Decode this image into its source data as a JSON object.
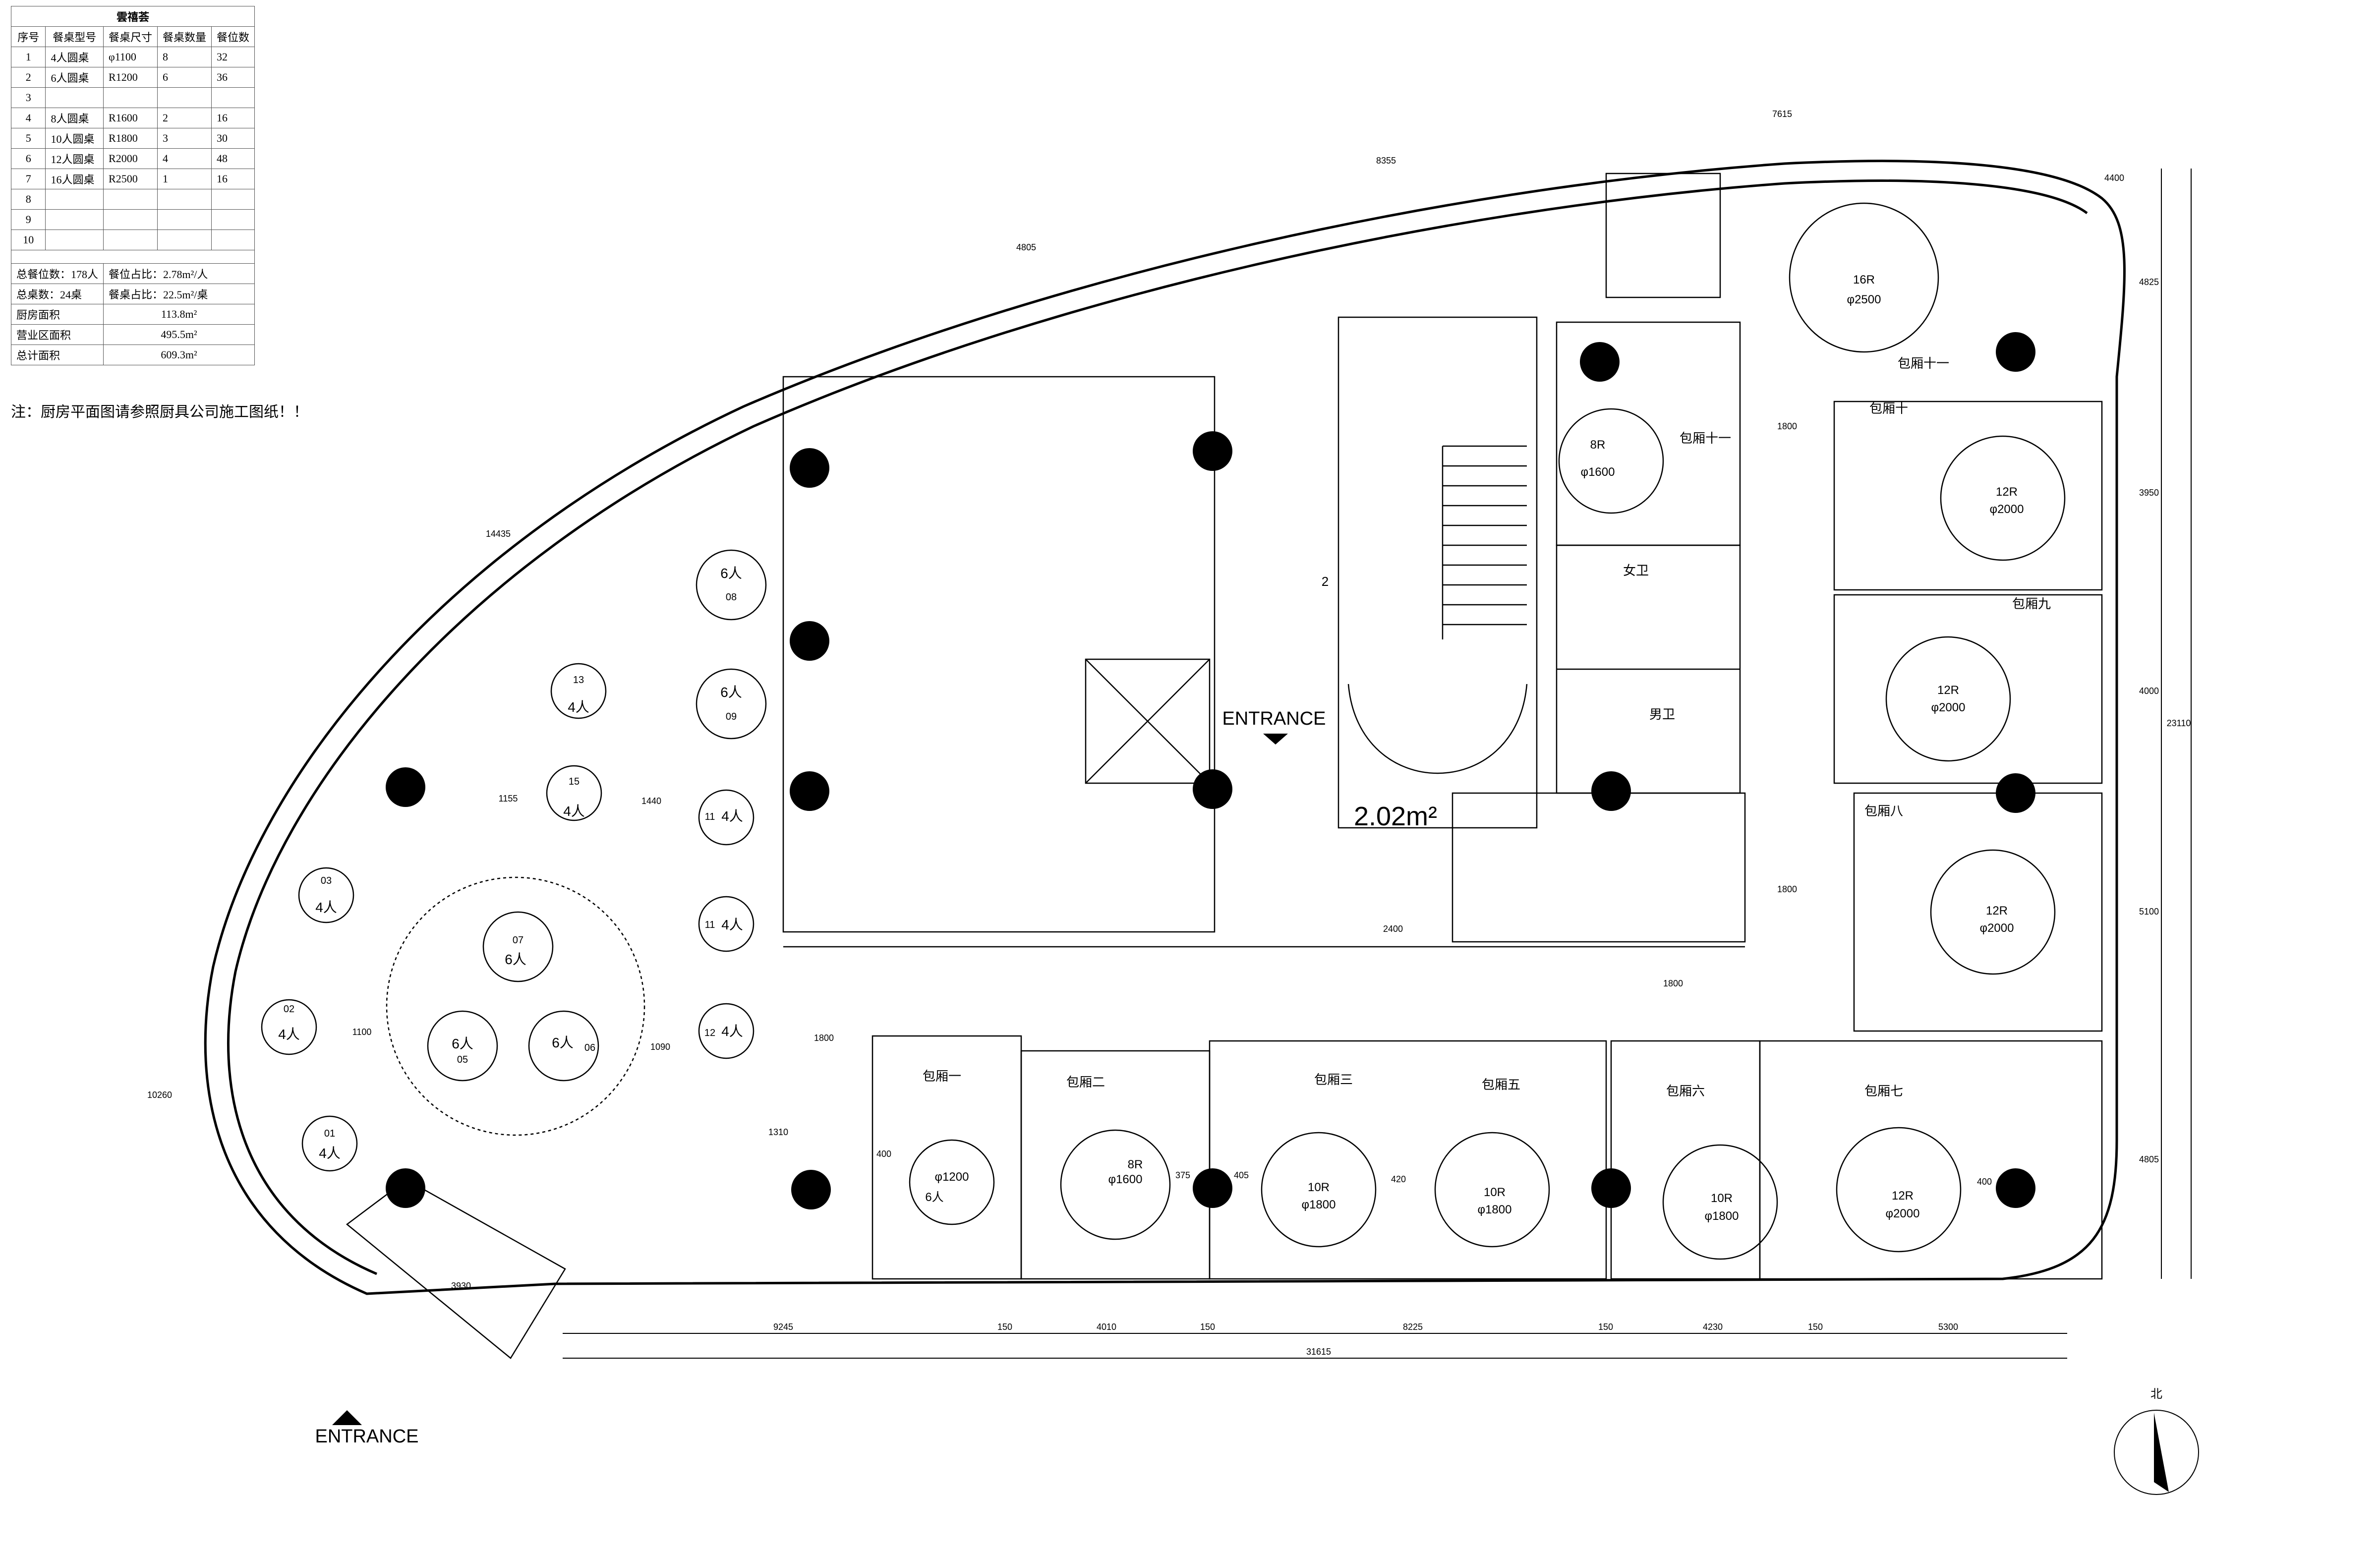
{
  "table": {
    "title": "雲禧荟",
    "headers": [
      "序号",
      "餐桌型号",
      "餐桌尺寸",
      "餐桌数量",
      "餐位数"
    ],
    "rows": [
      [
        "1",
        "4人圆桌",
        "φ1100",
        "8",
        "32"
      ],
      [
        "2",
        "6人圆桌",
        "R1200",
        "6",
        "36"
      ],
      [
        "3",
        "",
        "",
        "",
        ""
      ],
      [
        "4",
        "8人圆桌",
        "R1600",
        "2",
        "16"
      ],
      [
        "5",
        "10人圆桌",
        "R1800",
        "3",
        "30"
      ],
      [
        "6",
        "12人圆桌",
        "R2000",
        "4",
        "48"
      ],
      [
        "7",
        "16人圆桌",
        "R2500",
        "1",
        "16"
      ],
      [
        "8",
        "",
        "",
        "",
        ""
      ],
      [
        "9",
        "",
        "",
        "",
        ""
      ],
      [
        "10",
        "",
        "",
        "",
        ""
      ]
    ],
    "summary": [
      [
        "总餐位数：178人",
        "餐位占比：2.78m²/人"
      ],
      [
        "总桌数：24桌",
        "餐桌占比：22.5m²/桌"
      ],
      [
        "厨房面积",
        "113.8m²"
      ],
      [
        "营业区面积",
        "495.5m²"
      ],
      [
        "总计面积",
        "609.3m²"
      ]
    ]
  },
  "note": "注：厨房平面图请参照厨具公司施工图纸！！",
  "entrances": {
    "main": "ENTRANCE",
    "inner": "ENTRANCE"
  },
  "area_label": "2.02m²",
  "stair_mark": "2",
  "north_label": "北",
  "rooms": {
    "r1": "包厢一",
    "r2": "包厢二",
    "r3": "包厢三",
    "r5": "包厢五",
    "r6": "包厢六",
    "r7": "包厢七",
    "r8": "包厢八",
    "r9": "包厢九",
    "r10": "包厢十",
    "r11": "包厢十一",
    "female_wc": "女卫",
    "male_wc": "男卫"
  },
  "tables": {
    "t16": [
      "16R",
      "φ2500"
    ],
    "t8a": [
      "8R",
      "φ1600"
    ],
    "t12a": [
      "12R",
      "φ2000"
    ],
    "t12b": [
      "12R",
      "φ2000"
    ],
    "t12c": [
      "12R",
      "φ2000"
    ],
    "t12d": [
      "12R",
      "φ2000"
    ],
    "t8b": [
      "8R",
      "φ1600"
    ],
    "t6": [
      "φ1200",
      "6人"
    ],
    "t10a": [
      "10R",
      "φ1800"
    ],
    "t10b": [
      "10R",
      "φ1800"
    ],
    "t10c": [
      "10R",
      "φ1800"
    ]
  },
  "hall_tables": {
    "h01": [
      "01",
      "4人"
    ],
    "h02": [
      "02",
      "4人"
    ],
    "h03": [
      "03",
      "4人"
    ],
    "h13": [
      "13",
      "4人"
    ],
    "h15": [
      "15",
      "4人"
    ],
    "h08": [
      "08",
      "6人"
    ],
    "h09": [
      "09",
      "6人"
    ],
    "h11a": [
      "11",
      "4人"
    ],
    "h11b": [
      "11",
      "4人"
    ],
    "h12": [
      "12",
      "4人"
    ],
    "h07": [
      "07",
      "6人"
    ],
    "h05": [
      "05",
      "6人"
    ],
    "h06": [
      "06",
      "6人"
    ]
  },
  "dimensions": {
    "bottom": [
      "9245",
      "150",
      "4010",
      "150",
      "8225",
      "150",
      "4230",
      "150",
      "5300"
    ],
    "total": "31615",
    "right": [
      "4825",
      "3950",
      "4000",
      "5100",
      "4805"
    ],
    "right_total": "23110",
    "top1": "7615",
    "top2": "8355",
    "top3": "4805",
    "top4": "4400",
    "left_arc": "14435",
    "left_arc2": "10260",
    "hall": [
      "1155",
      "1440",
      "1100",
      "1090",
      "1800",
      "1310",
      "3930",
      "2400",
      "1800",
      "1800",
      "1800"
    ],
    "misc": [
      "400",
      "375",
      "405",
      "420",
      "400"
    ]
  }
}
